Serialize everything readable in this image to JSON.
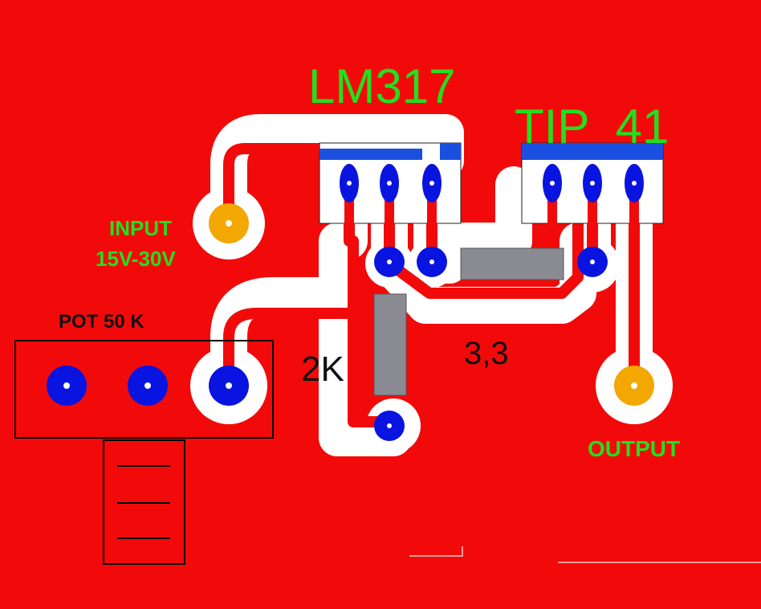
{
  "labels": {
    "lm317": "LM317",
    "tip41": "TIP  41",
    "input_line1": "INPUT",
    "input_line2": "15V-30V",
    "pot": "POT 50 K",
    "r_2k": "2K",
    "r_33": "3,3",
    "output": "OUTPUT"
  },
  "colors": {
    "board": "#f20a0a",
    "trace": "#ffffff",
    "pad": "#0a14e0",
    "pad_terminal": "#f2a800",
    "resistor": "#8a8a92",
    "label_green": "#22e01e",
    "label_black": "#111111"
  },
  "components": {
    "regulator": "lm317",
    "transistor": "tip41",
    "potentiometer": "pot-50k",
    "resistors": [
      "2k",
      "3,3"
    ]
  }
}
